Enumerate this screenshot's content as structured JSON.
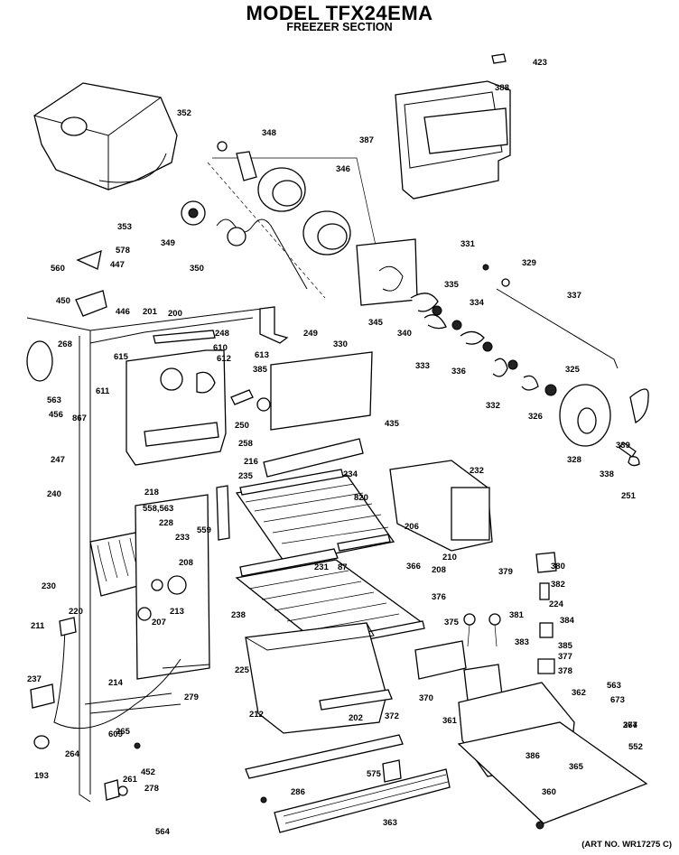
{
  "header": {
    "title": "MODEL TFX24EMA",
    "subtitle": "FREEZER SECTION"
  },
  "footer": {
    "art_no": "(ART NO. WR17275 C)"
  },
  "parts": [
    "423",
    "388",
    "387",
    "352",
    "348",
    "346",
    "353",
    "349",
    "350",
    "345",
    "578",
    "447",
    "560",
    "450",
    "446",
    "201",
    "200",
    "249",
    "268",
    "563",
    "611",
    "615",
    "248",
    "610",
    "612",
    "613",
    "385",
    "330",
    "331",
    "329",
    "337",
    "335",
    "334",
    "340",
    "333",
    "336",
    "332",
    "326",
    "325",
    "328",
    "339",
    "338",
    "251",
    "456",
    "867",
    "250",
    "258",
    "435",
    "247",
    "216",
    "235",
    "234",
    "240",
    "218",
    "558,563",
    "559",
    "228",
    "233",
    "208",
    "820",
    "206",
    "232",
    "230",
    "220",
    "207",
    "213",
    "231",
    "87",
    "366",
    "210",
    "208",
    "376",
    "375",
    "383",
    "381",
    "384",
    "385",
    "377",
    "378",
    "379",
    "380",
    "382",
    "224",
    "211",
    "238",
    "225",
    "214",
    "279",
    "237",
    "212",
    "372",
    "370",
    "361",
    "362",
    "563",
    "673",
    "364",
    "277",
    "202",
    "265",
    "264",
    "193",
    "609",
    "452",
    "261",
    "278",
    "575",
    "386",
    "365",
    "360",
    "552",
    "564",
    "286",
    "363"
  ]
}
